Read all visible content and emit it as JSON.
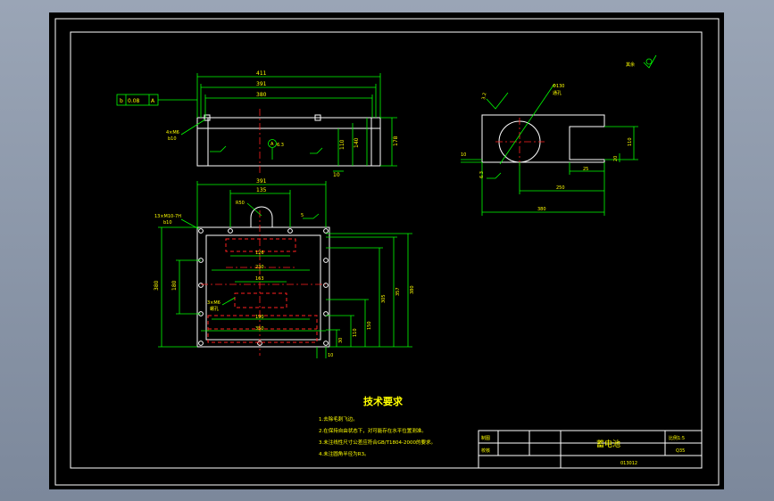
{
  "colors": {
    "background": "#000000",
    "outline": "#ffffff",
    "dimension": "#00ff00",
    "centerline": "#ff2020",
    "text": "#ffff00"
  },
  "top_view": {
    "dims": {
      "w411": "411",
      "w391": "391",
      "w380": "380",
      "h110": "110",
      "h140": "140",
      "h178": "178",
      "gap10": "10",
      "flatness_letter": "b",
      "flatness_value": "0.08",
      "flatness_datum": "A",
      "hole_note_1": "4×M6",
      "hole_note_2": "b10",
      "datum_mark": "A",
      "roughness_mark": "6.3"
    }
  },
  "front_view": {
    "dims": {
      "w391": "391",
      "w135": "135",
      "r50": "R50",
      "slope": "5",
      "thread_1": "13×M10-7H",
      "thread_2": "b10",
      "inner_126": "126",
      "inner_230": "230",
      "inner_163": "163",
      "inner_190": "190",
      "inner_350": "350",
      "left_380": "380",
      "left_180": "180",
      "thread_3": "3×M6",
      "thread_4": "螺孔",
      "right_30": "30",
      "right_110": "110",
      "right_150": "150",
      "right_305": "305",
      "right_357": "357",
      "right_380": "380",
      "bottom_10": "10"
    }
  },
  "side_view": {
    "dims": {
      "roughness_top": "3.2",
      "phi130": "Φ130",
      "through": "通孔",
      "left_10": "10",
      "h110": "110",
      "h20": "20",
      "w25": "25",
      "w250": "250",
      "w380": "380",
      "roughness_bot": "6.3"
    }
  },
  "surface_note": {
    "label": "其余"
  },
  "requirements": {
    "title": "技术要求",
    "items": [
      "1.去除毛刺飞边。",
      "2.在保持自由状态下，对可能存在水平位置测准。",
      "3.未注线性尺寸公差应符合GB/T1804-2000的要求。",
      "4.未注圆角半径为R3。"
    ]
  },
  "title_block": {
    "label_drawn": "制图",
    "label_checked": "校核",
    "part_name": "蓄电池",
    "scale": "比例1:5",
    "material": "Q35",
    "drawing_no": "013012"
  }
}
